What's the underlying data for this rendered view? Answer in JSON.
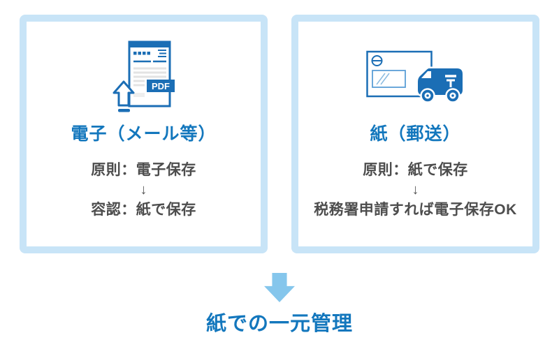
{
  "colors": {
    "accent_blue": "#1377bd",
    "icon_blue": "#1b6eb5",
    "border_blue": "#c8e4f7",
    "arrow_blue": "#85c6ec",
    "body_text": "#4d4d4d",
    "window_blue": "#5b9fd6",
    "doc_gray": "#e3e3e3"
  },
  "left_box": {
    "title": "電子（メール等）",
    "pdf_label": "PDF",
    "lines": [
      "原則：電子保存",
      "↓",
      "容認：紙で保存"
    ]
  },
  "right_box": {
    "title": "紙（郵送）",
    "lines": [
      "原則：紙で保存",
      "↓",
      "税務署申請すれば電子保存OK"
    ]
  },
  "footer": {
    "label": "紙での一元管理"
  }
}
